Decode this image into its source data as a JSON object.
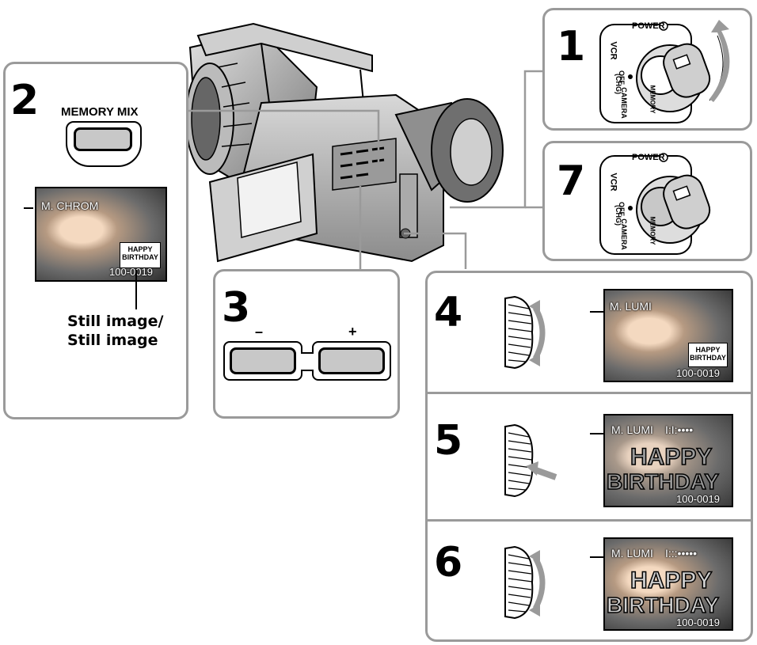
{
  "steps": {
    "s1": "1",
    "s2": "2",
    "s3": "3",
    "s4": "4",
    "s5": "5",
    "s6": "6",
    "s7": "7"
  },
  "dial": {
    "power": "POWER",
    "vcr": "VCR",
    "off": "OFF",
    "chg": "(CHG)",
    "camera": "CAMERA",
    "memory": "MEMORY"
  },
  "panel2": {
    "button_label": "MEMORY MIX",
    "osd_mode": "M. CHROM",
    "file_number": "100-0019",
    "tag_line1": "HAPPY",
    "tag_line2": "BIRTHDAY",
    "caption_line1": "Still image/",
    "caption_line2": "Still image"
  },
  "panel3": {
    "minus": "–",
    "plus": "+"
  },
  "panel4": {
    "osd_mode": "M. LUMI",
    "file_number": "100-0019",
    "tag_line1": "HAPPY",
    "tag_line2": "BIRTHDAY"
  },
  "panel5": {
    "osd_mode": "M. LUMI",
    "level": "I:I:••••",
    "overlay_line1": "HAPPY",
    "overlay_line2": "BIRTHDAY",
    "file_number": "100-0019"
  },
  "panel6": {
    "osd_mode": "M. LUMI",
    "level": "I:::•••••",
    "overlay_line1": "HAPPY",
    "overlay_line2": "BIRTHDAY",
    "file_number": "100-0019"
  },
  "colors": {
    "panel_border": "#9a9a9a",
    "button_fill": "#c8c8c8"
  }
}
